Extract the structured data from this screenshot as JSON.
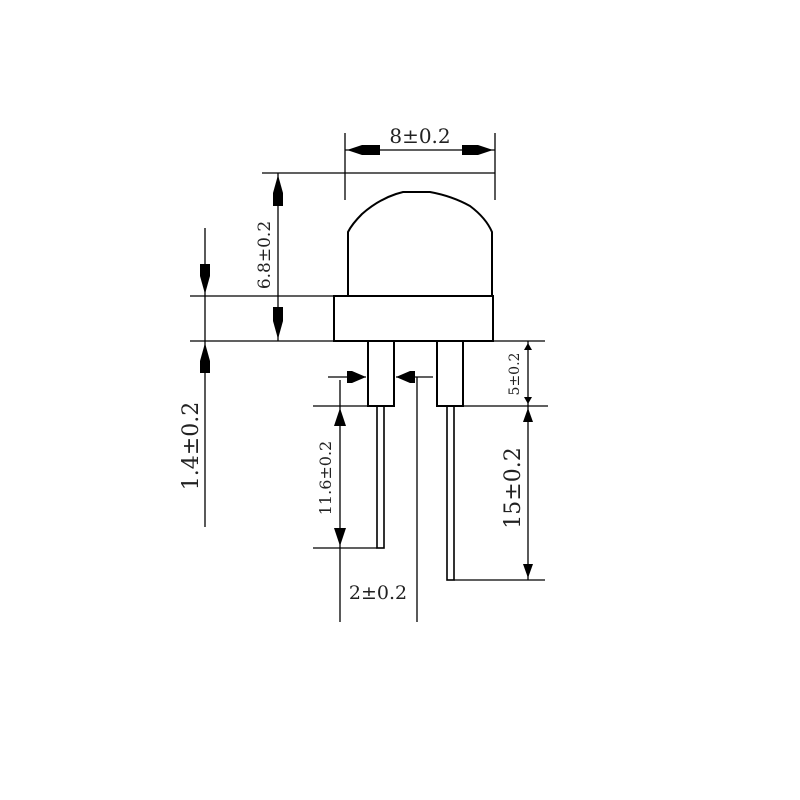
{
  "title": "LED component dimension drawing",
  "units": "mm",
  "dimensions": {
    "lens_width": "8±0.2",
    "total_height": "6.8±0.2",
    "flange_height": "1.4±0.2",
    "lead_shoulder_length": "5±0.2",
    "lead_length_long": "15±0.2",
    "lead_length_short": "11.6±0.2",
    "lead_spacing": "2±0.2"
  },
  "colors": {
    "line": "#000000",
    "background": "#ffffff",
    "text": "#222222"
  }
}
